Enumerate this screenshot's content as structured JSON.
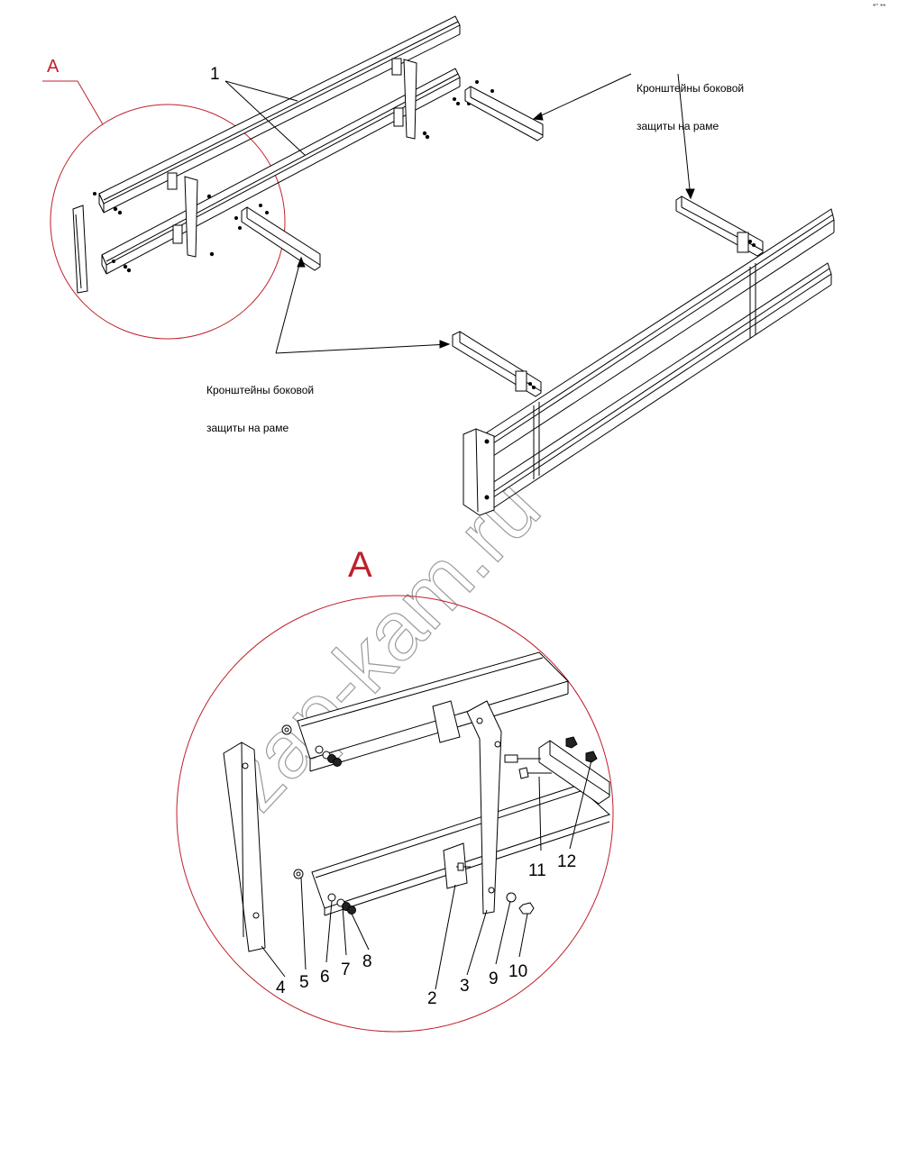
{
  "callout": {
    "label": "A",
    "color": "#c0202a"
  },
  "overview": {
    "part_label": "1",
    "bracket_note_right": {
      "line1": "Кронштейны боковой",
      "line2": "защиты на раме"
    },
    "bracket_note_left": {
      "line1": "Кронштейны боковой",
      "line2": "защиты на раме"
    }
  },
  "detail": {
    "label": "A",
    "part_numbers": [
      "2",
      "3",
      "4",
      "5",
      "6",
      "7",
      "8",
      "9",
      "10",
      "11",
      "12"
    ]
  },
  "watermark": "zap-kam.ru",
  "corner_mark": "*\" **"
}
